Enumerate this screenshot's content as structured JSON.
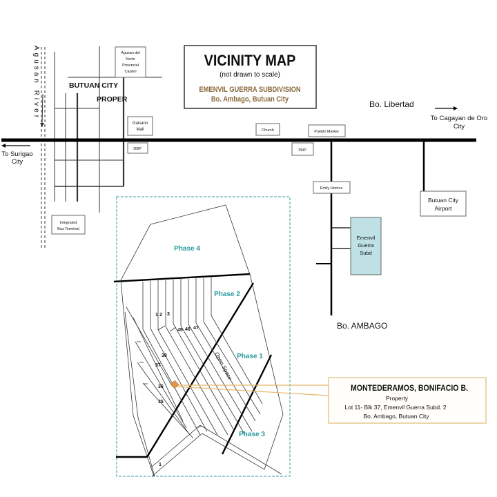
{
  "title_box": {
    "title": "VICINITY MAP",
    "subtitle": "(not drawn to scale)",
    "subdivision": "EMENVIL GUERRA SUBDIVISION",
    "location": "Bo. Ambago, Butuan City"
  },
  "colors": {
    "road": "#000000",
    "phase_label": "#2a9aa0",
    "subd_fill": "#bfe0e4",
    "callout_line": "#e8b66a",
    "marker": "#e0964a",
    "title_accent": "#8a6a3a",
    "dashed_border": "#3a9a9a"
  },
  "places": {
    "river": "Agusan River",
    "city_proper_1": "BUTUAN CITY",
    "city_proper_2": "PROPER",
    "libertad": "Bo. Libertad",
    "ambago": "Bo. AMBAGO",
    "to_cdo_1": "To Cagayan de Oro",
    "to_cdo_2": "City",
    "to_surigao_1": "To Surigao",
    "to_surigao_2": "City"
  },
  "landmarks": {
    "capitol": [
      "Agusan del",
      "Norte",
      "Provincial",
      "Capitol"
    ],
    "gaisano": [
      "Gaisano",
      "Mall"
    ],
    "dbp": "DBP",
    "church": "Church",
    "pnp": "PNP",
    "market": "Pueblo Market",
    "bus_terminal": [
      "Integrated",
      "Bus Terminal"
    ],
    "homes": "Emily Homes",
    "airport": [
      "Butuan City",
      "Airport"
    ],
    "subd": [
      "Emenvil",
      "Guerra",
      "Subd"
    ]
  },
  "site_plan": {
    "phases": [
      "Phase 4",
      "Phase 2",
      "Phase 1",
      "Phase 3"
    ],
    "open_space": "Open Space",
    "lots": [
      "1",
      "2",
      "3",
      "45",
      "46",
      "47",
      "38",
      "37",
      "36",
      "35",
      "1"
    ]
  },
  "owner": {
    "name": "MONTEDERAMOS, BONIFACIO B.",
    "caption": "Property",
    "lot": "Lot 11- Blk 37, Emenvil Guerra Subd. 2",
    "address": "Bo. Ambago, Butuan City"
  }
}
